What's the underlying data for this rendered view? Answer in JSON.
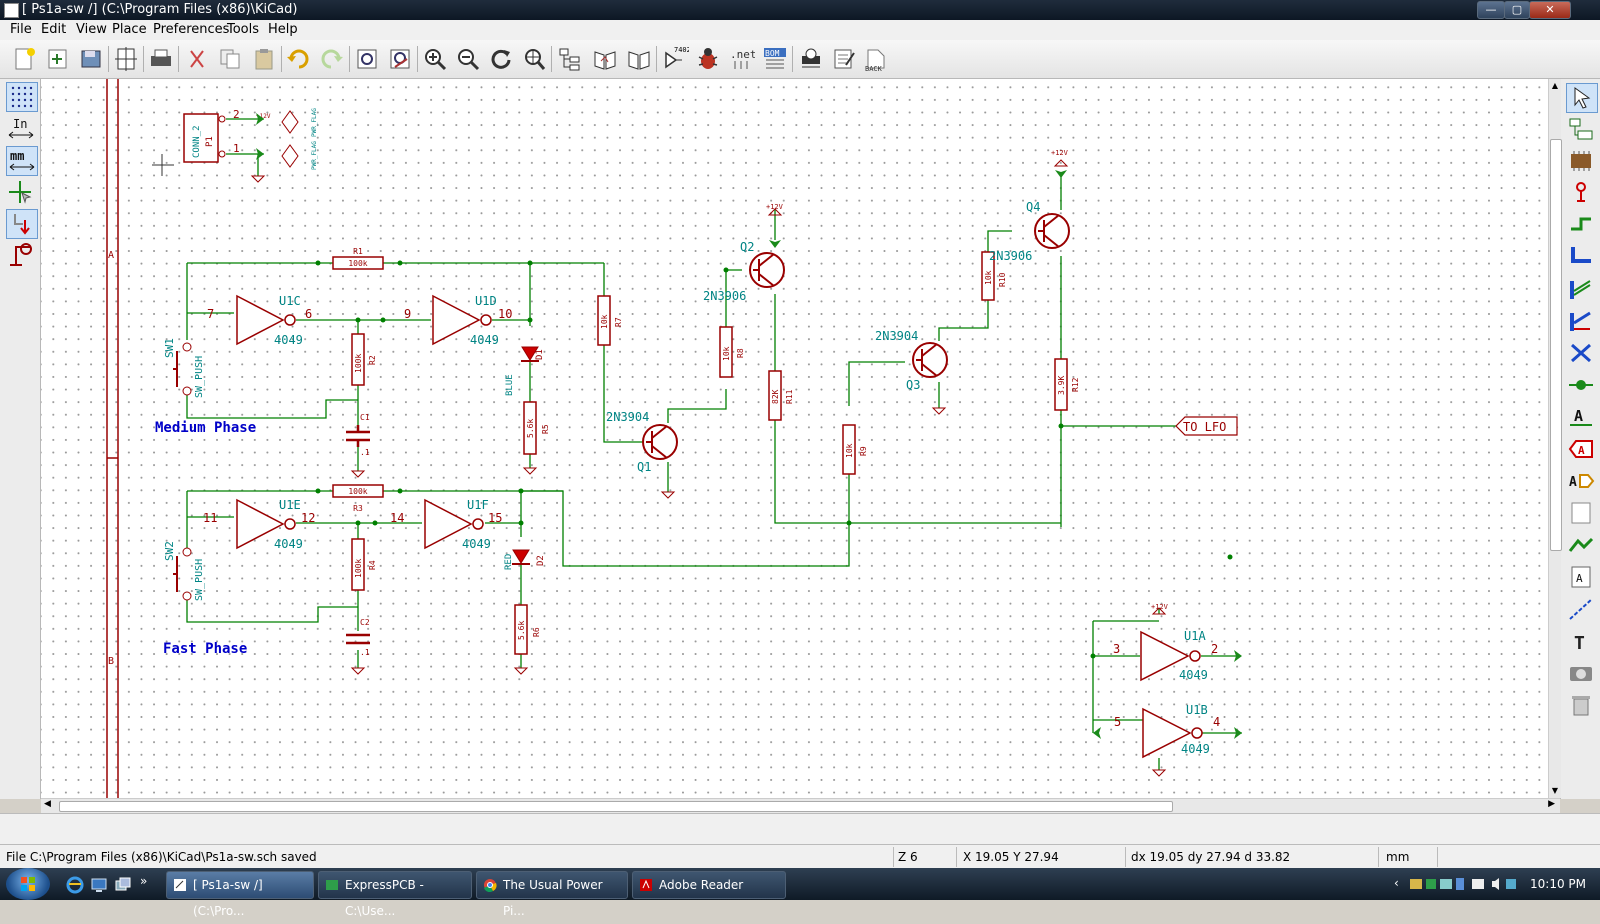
{
  "window": {
    "title": "[ Ps1a-sw /] (C:\\Program Files (x86)\\KiCad)",
    "buttons": [
      "—",
      "▢",
      "✕"
    ]
  },
  "menu": [
    "File",
    "Edit",
    "View",
    "Place",
    "Preferences",
    "Tools",
    "Help"
  ],
  "toolbar": {
    "icons": [
      "new-schematic-icon",
      "load-schematic-icon",
      "save-icon",
      "page-settings-icon",
      "print-icon",
      "cut-icon",
      "copy-icon",
      "paste-icon",
      "undo-icon",
      "redo-icon",
      "find-icon",
      "find-replace-icon",
      "zoom-in-icon",
      "zoom-out-icon",
      "redraw-icon",
      "zoom-fit-icon",
      "hierarchy-navigator-icon",
      "library-editor-icon",
      "library-browser-icon",
      "annotate-icon",
      "erc-icon",
      "netlist-icon",
      "bom-icon",
      "cvpcb-icon",
      "pcbnew-icon",
      "back-annotate-icon"
    ],
    "annotate_label": "7402",
    "netlist_label": ".net",
    "bom_label": "BOM",
    "back_label": "BACK"
  },
  "left_toolbar": {
    "icons": [
      "grid-toggle-icon",
      "units-inch-icon",
      "units-mm-icon",
      "cursor-shape-icon",
      "hidden-pins-icon",
      "wire-direction-icon"
    ],
    "in_label": "In",
    "mm_label": "mm"
  },
  "right_toolbar": {
    "icons": [
      "select-arrow-icon",
      "hierarchy-icon",
      "add-component-icon",
      "add-power-icon",
      "add-wire-icon",
      "add-bus-icon",
      "wire-to-bus-icon",
      "bus-to-bus-icon",
      "no-connect-icon",
      "junction-icon",
      "net-label-icon",
      "global-label-icon",
      "hierarchical-label-icon",
      "hierarchical-sheet-icon",
      "import-pin-icon",
      "sheet-pin-icon",
      "graphic-line-icon",
      "graphic-text-icon",
      "add-image-icon",
      "delete-icon"
    ]
  },
  "schematic": {
    "border_labels": [
      "A",
      "B"
    ],
    "components": {
      "p1": {
        "ref": "P1",
        "value": "CONN_2",
        "pin1": "1",
        "pin2": "2",
        "flag1": "PWR_FLAG",
        "flag2": "PWR_FLAG",
        "gnd": "GND",
        "v12": "+12V"
      },
      "r1": {
        "ref": "R1",
        "value": "100k"
      },
      "r2": {
        "ref": "R2",
        "value": "100k"
      },
      "r3": {
        "ref": "R3",
        "value": "100k"
      },
      "r4": {
        "ref": "R4",
        "value": "100k"
      },
      "r5": {
        "ref": "R5",
        "value": "5.6k"
      },
      "r6": {
        "ref": "R6",
        "value": "5.6k"
      },
      "r7": {
        "ref": "R7",
        "value": "10k"
      },
      "r8": {
        "ref": "R8",
        "value": "10k"
      },
      "r9": {
        "ref": "R9",
        "value": "10k"
      },
      "r10": {
        "ref": "R10",
        "value": "10k"
      },
      "r11": {
        "ref": "R11",
        "value": "82K"
      },
      "r12": {
        "ref": "R12",
        "value": "3.9K"
      },
      "c1": {
        "ref": "C1",
        "value": ".1"
      },
      "c2": {
        "ref": "C2",
        "value": ".1"
      },
      "d1": {
        "ref": "D1",
        "value": "BLUE"
      },
      "d2": {
        "ref": "D2",
        "value": "RED"
      },
      "sw1": {
        "ref": "SW1",
        "value": "SW_PUSH"
      },
      "sw2": {
        "ref": "SW2",
        "value": "SW_PUSH"
      },
      "q1": {
        "ref": "Q1",
        "value": "2N3904"
      },
      "q2": {
        "ref": "Q2",
        "value": "2N3906"
      },
      "q3": {
        "ref": "Q3",
        "value": "2N3904"
      },
      "q4": {
        "ref": "Q4",
        "value": "2N3906"
      },
      "u1a": {
        "ref": "U1A",
        "value": "4049",
        "in": "3",
        "out": "2"
      },
      "u1b": {
        "ref": "U1B",
        "value": "4049",
        "in": "5",
        "out": "4"
      },
      "u1c": {
        "ref": "U1C",
        "value": "4049",
        "in": "7",
        "out": "6"
      },
      "u1d": {
        "ref": "U1D",
        "value": "4049",
        "in": "9",
        "out": "10"
      },
      "u1e": {
        "ref": "U1E",
        "value": "4049",
        "in": "11",
        "out": "12"
      },
      "u1f": {
        "ref": "U1F",
        "value": "4049",
        "in": "14",
        "out": "15"
      }
    },
    "texts": {
      "medium_phase": "Medium Phase",
      "fast_phase": "Fast Phase"
    },
    "labels": {
      "to_lfo": "TO LFO"
    },
    "power": {
      "v12": "+12V",
      "gnd": "GND"
    }
  },
  "status": {
    "message": "File C:\\Program Files (x86)\\KiCad\\Ps1a-sw.sch saved",
    "zoom": "Z 6",
    "cursor": "X 19.05  Y 27.94",
    "delta": "dx 19.05  dy 27.94  d 33.82",
    "units": "mm"
  },
  "taskbar": {
    "tasks": [
      "[ Ps1a-sw /] (C:\\Pro...",
      "ExpressPCB - C:\\Use...",
      "The Usual Power Pi...",
      "Adobe Reader"
    ],
    "clock": "10:10 PM"
  },
  "colors": {
    "wire": "#008000",
    "component": "#990000",
    "value": "#008484",
    "text": "#0000c8"
  }
}
